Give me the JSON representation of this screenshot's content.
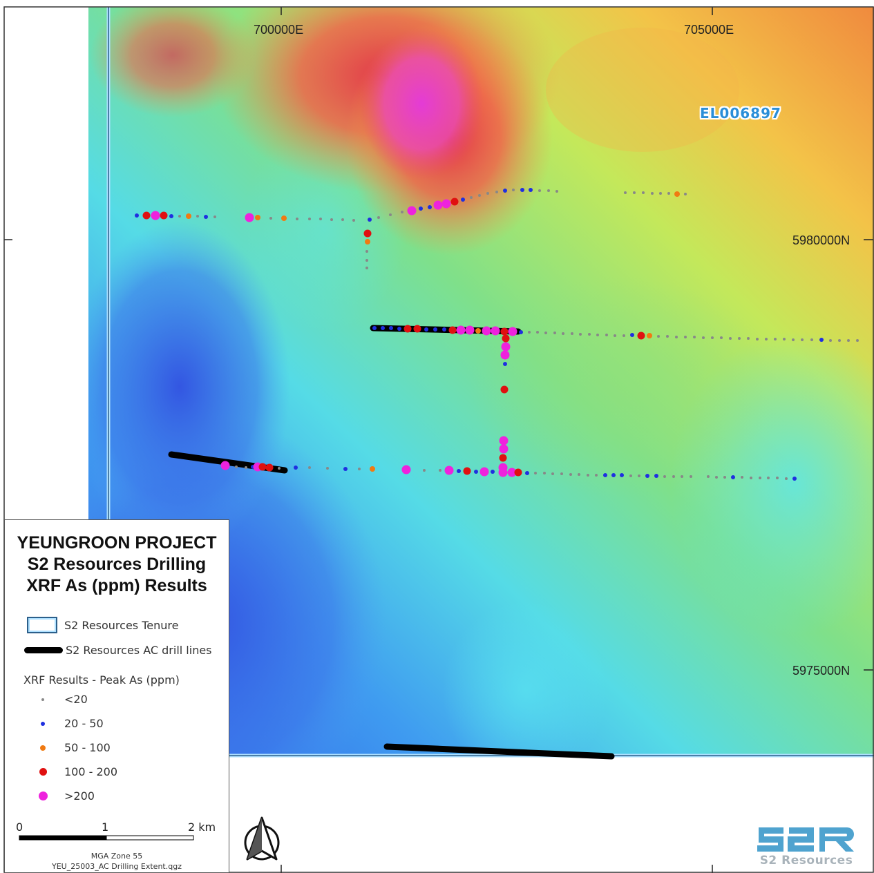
{
  "map": {
    "easting_labels": [
      "700000E",
      "705000E"
    ],
    "northing_labels": [
      "5980000N",
      "5975000N"
    ],
    "tenement_label": "EL006897"
  },
  "legend": {
    "title_lines": [
      "YEUNGROON PROJECT",
      "S2 Resources Drilling",
      "XRF As (ppm) Results"
    ],
    "tenure_label": "S2 Resources Tenure",
    "drill_lines_label": "S2 Resources AC drill lines",
    "xrf_heading": "XRF Results - Peak As (ppm)",
    "classes": [
      {
        "label": "<20",
        "color": "#888888"
      },
      {
        "label": "20 - 50",
        "color": "#1f2fe0"
      },
      {
        "label": "50 - 100",
        "color": "#f07a12"
      },
      {
        "label": "100 - 200",
        "color": "#e01010"
      },
      {
        "label": ">200",
        "color": "#ee22dd"
      }
    ],
    "scale_labels": [
      "0",
      "1",
      "2 km"
    ],
    "projection": "MGA Zone 55",
    "file_name": "YEU_25003_AC Drilling Extent.qgz"
  },
  "logo": {
    "text": "S2 Resources"
  },
  "colors": {
    "tenure_outline": "#2c5f8a",
    "tenure_inner": "#aee0ff",
    "drill_line": "#000000",
    "tenement_label": "#2a8ed8"
  }
}
